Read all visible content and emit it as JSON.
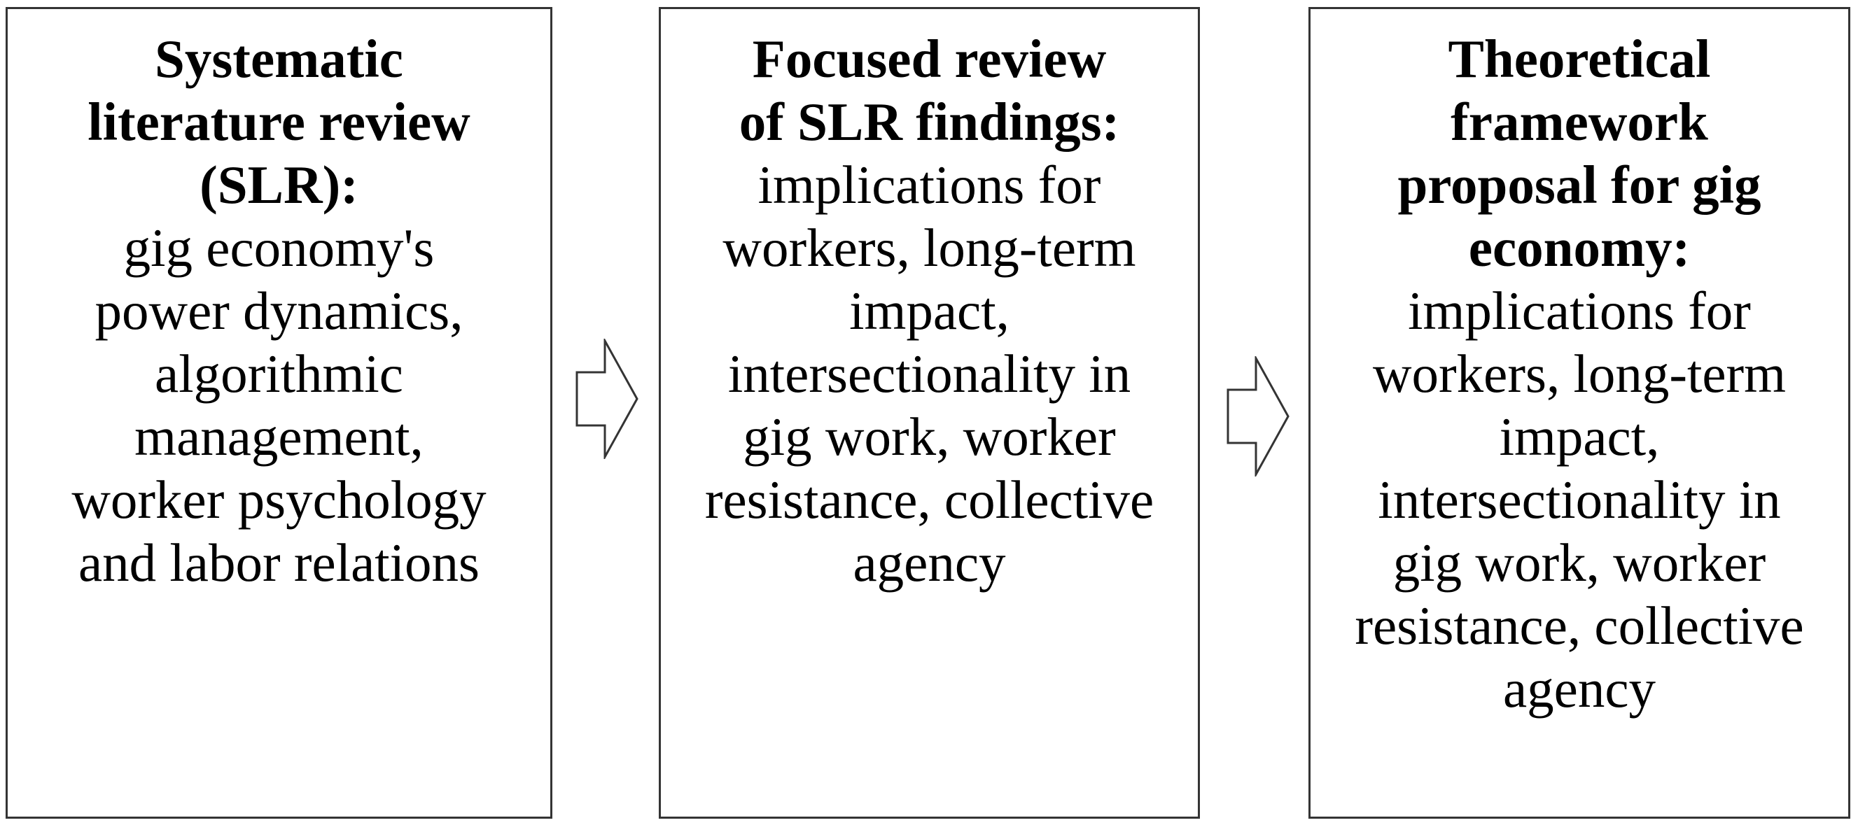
{
  "figure": {
    "type": "flow-diagram",
    "direction": "left-to-right",
    "colors": {
      "background": "#ffffff",
      "box_fill": "#ffffff",
      "line": "#343434",
      "text": "#000000"
    },
    "stages": [
      {
        "id": "slr",
        "title": "Systematic\nliterature review\n(SLR):",
        "body": "gig economy's\npower dynamics,\nalgorithmic\nmanagement,\nworker psychology\nand labor relations"
      },
      {
        "id": "focused-review",
        "title": "Focused review\nof SLR findings:",
        "body": "implications for\nworkers, long-term\nimpact,\nintersectionality in\ngig work, worker\nresistance, collective\nagency"
      },
      {
        "id": "framework-proposal",
        "title": "Theoretical\nframework\nproposal for gig\neconomy:",
        "body": "implications for\nworkers, long-term\nimpact,\nintersectionality in\ngig work, worker\nresistance, collective\nagency"
      }
    ],
    "connectors": [
      "block-arrow-right",
      "block-arrow-right"
    ]
  }
}
